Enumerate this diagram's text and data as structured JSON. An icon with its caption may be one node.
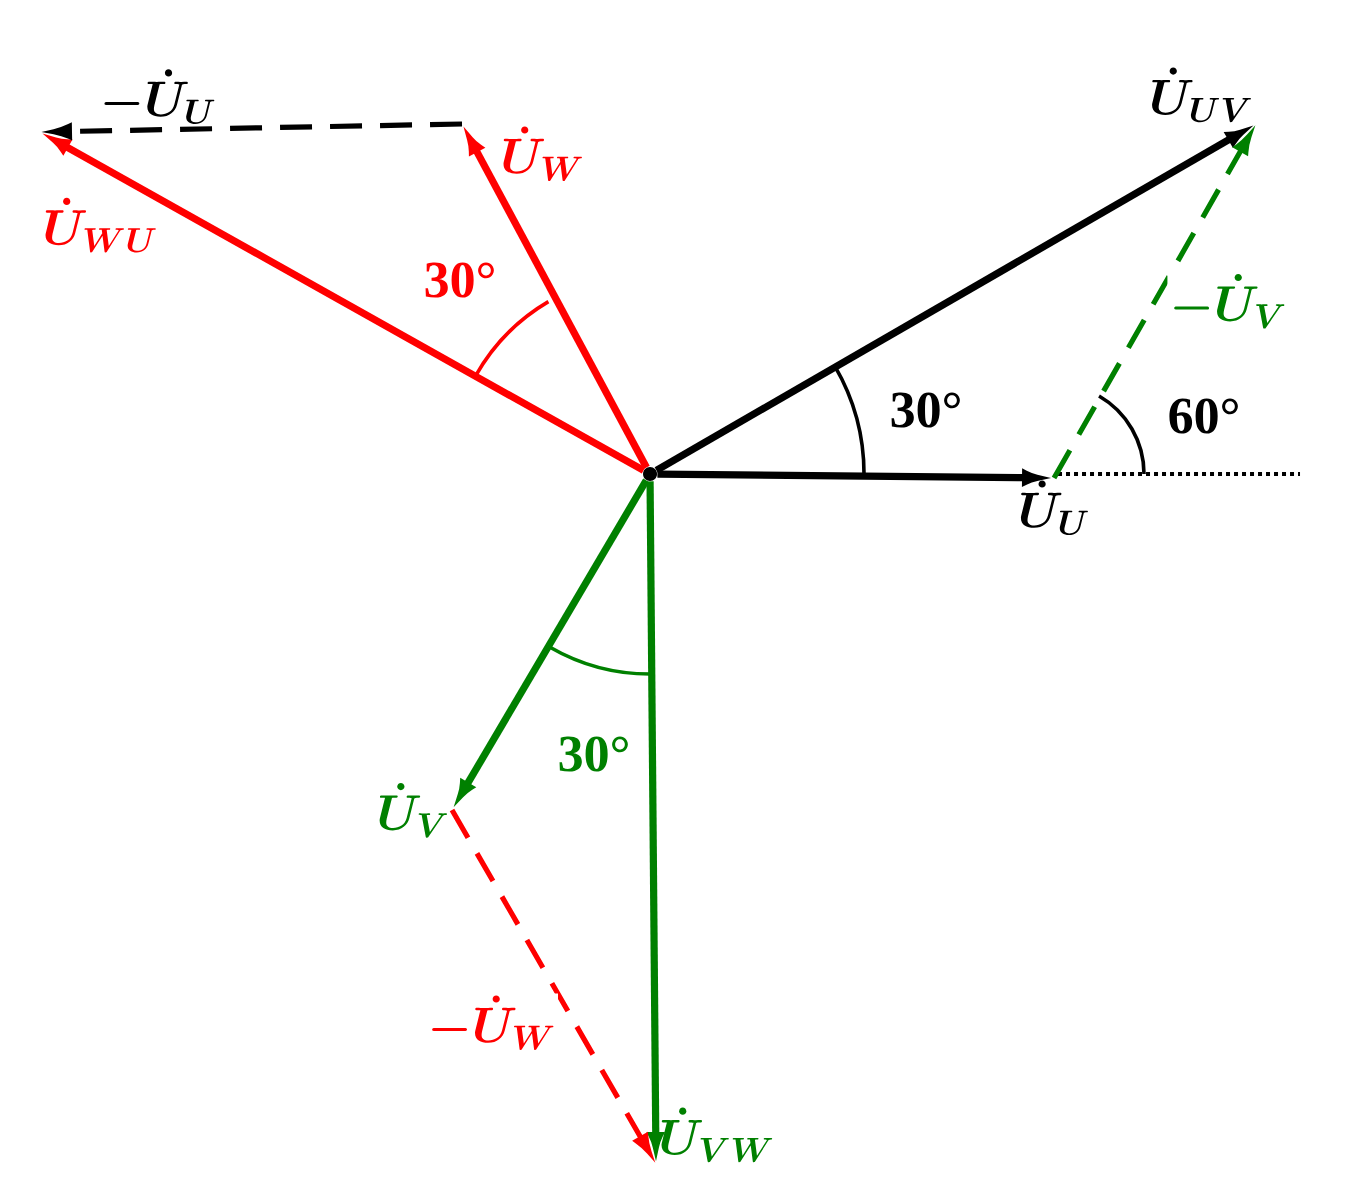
{
  "diagram": {
    "nodes": [
      {
        "text": [],
        "shape": "point"
      },
      {
        "text": [
          "\\dot{U}_{U}"
        ]
      },
      {
        "text": [
          "\\dot{U}_{V}"
        ]
      },
      {
        "text": [
          "\\dot{U}_{W}"
        ]
      },
      {
        "text": [
          "\\dot{U}_{UV}"
        ]
      },
      {
        "text": [
          "\\dot{U}_{VW}"
        ]
      },
      {
        "text": [
          "\\dot{U}_{WU}"
        ]
      }
    ],
    "edges": [
      {
        "from": 0,
        "to": 1,
        "arrow": "to",
        "color": "#000000"
      },
      {
        "from": 0,
        "to": 4,
        "arrow": "to",
        "color": "#000000"
      },
      {
        "from": 0,
        "to": 3,
        "arrow": "to",
        "color": "#ff0000"
      },
      {
        "from": 0,
        "to": 6,
        "arrow": "to",
        "color": "#ff0000"
      },
      {
        "from": 0,
        "to": 2,
        "arrow": "to",
        "color": "#008000"
      },
      {
        "from": 0,
        "to": 5,
        "arrow": "to",
        "color": "#008000"
      },
      {
        "from": 3,
        "to": 6,
        "arrow": "to",
        "label": "-\\dot{U}_{U}",
        "style": "dashed",
        "color": "#000000"
      },
      {
        "from": 1,
        "to": 4,
        "arrow": "to",
        "label": "-\\dot{U}_{V}",
        "style": "dashed",
        "color": "#008000"
      },
      {
        "from": 2,
        "to": 5,
        "arrow": "to",
        "label": "-\\dot{U}_{W}",
        "style": "dashed",
        "color": "#ff0000"
      }
    ],
    "labels": [
      "30°",
      "30°",
      "60°",
      "30°"
    ]
  }
}
